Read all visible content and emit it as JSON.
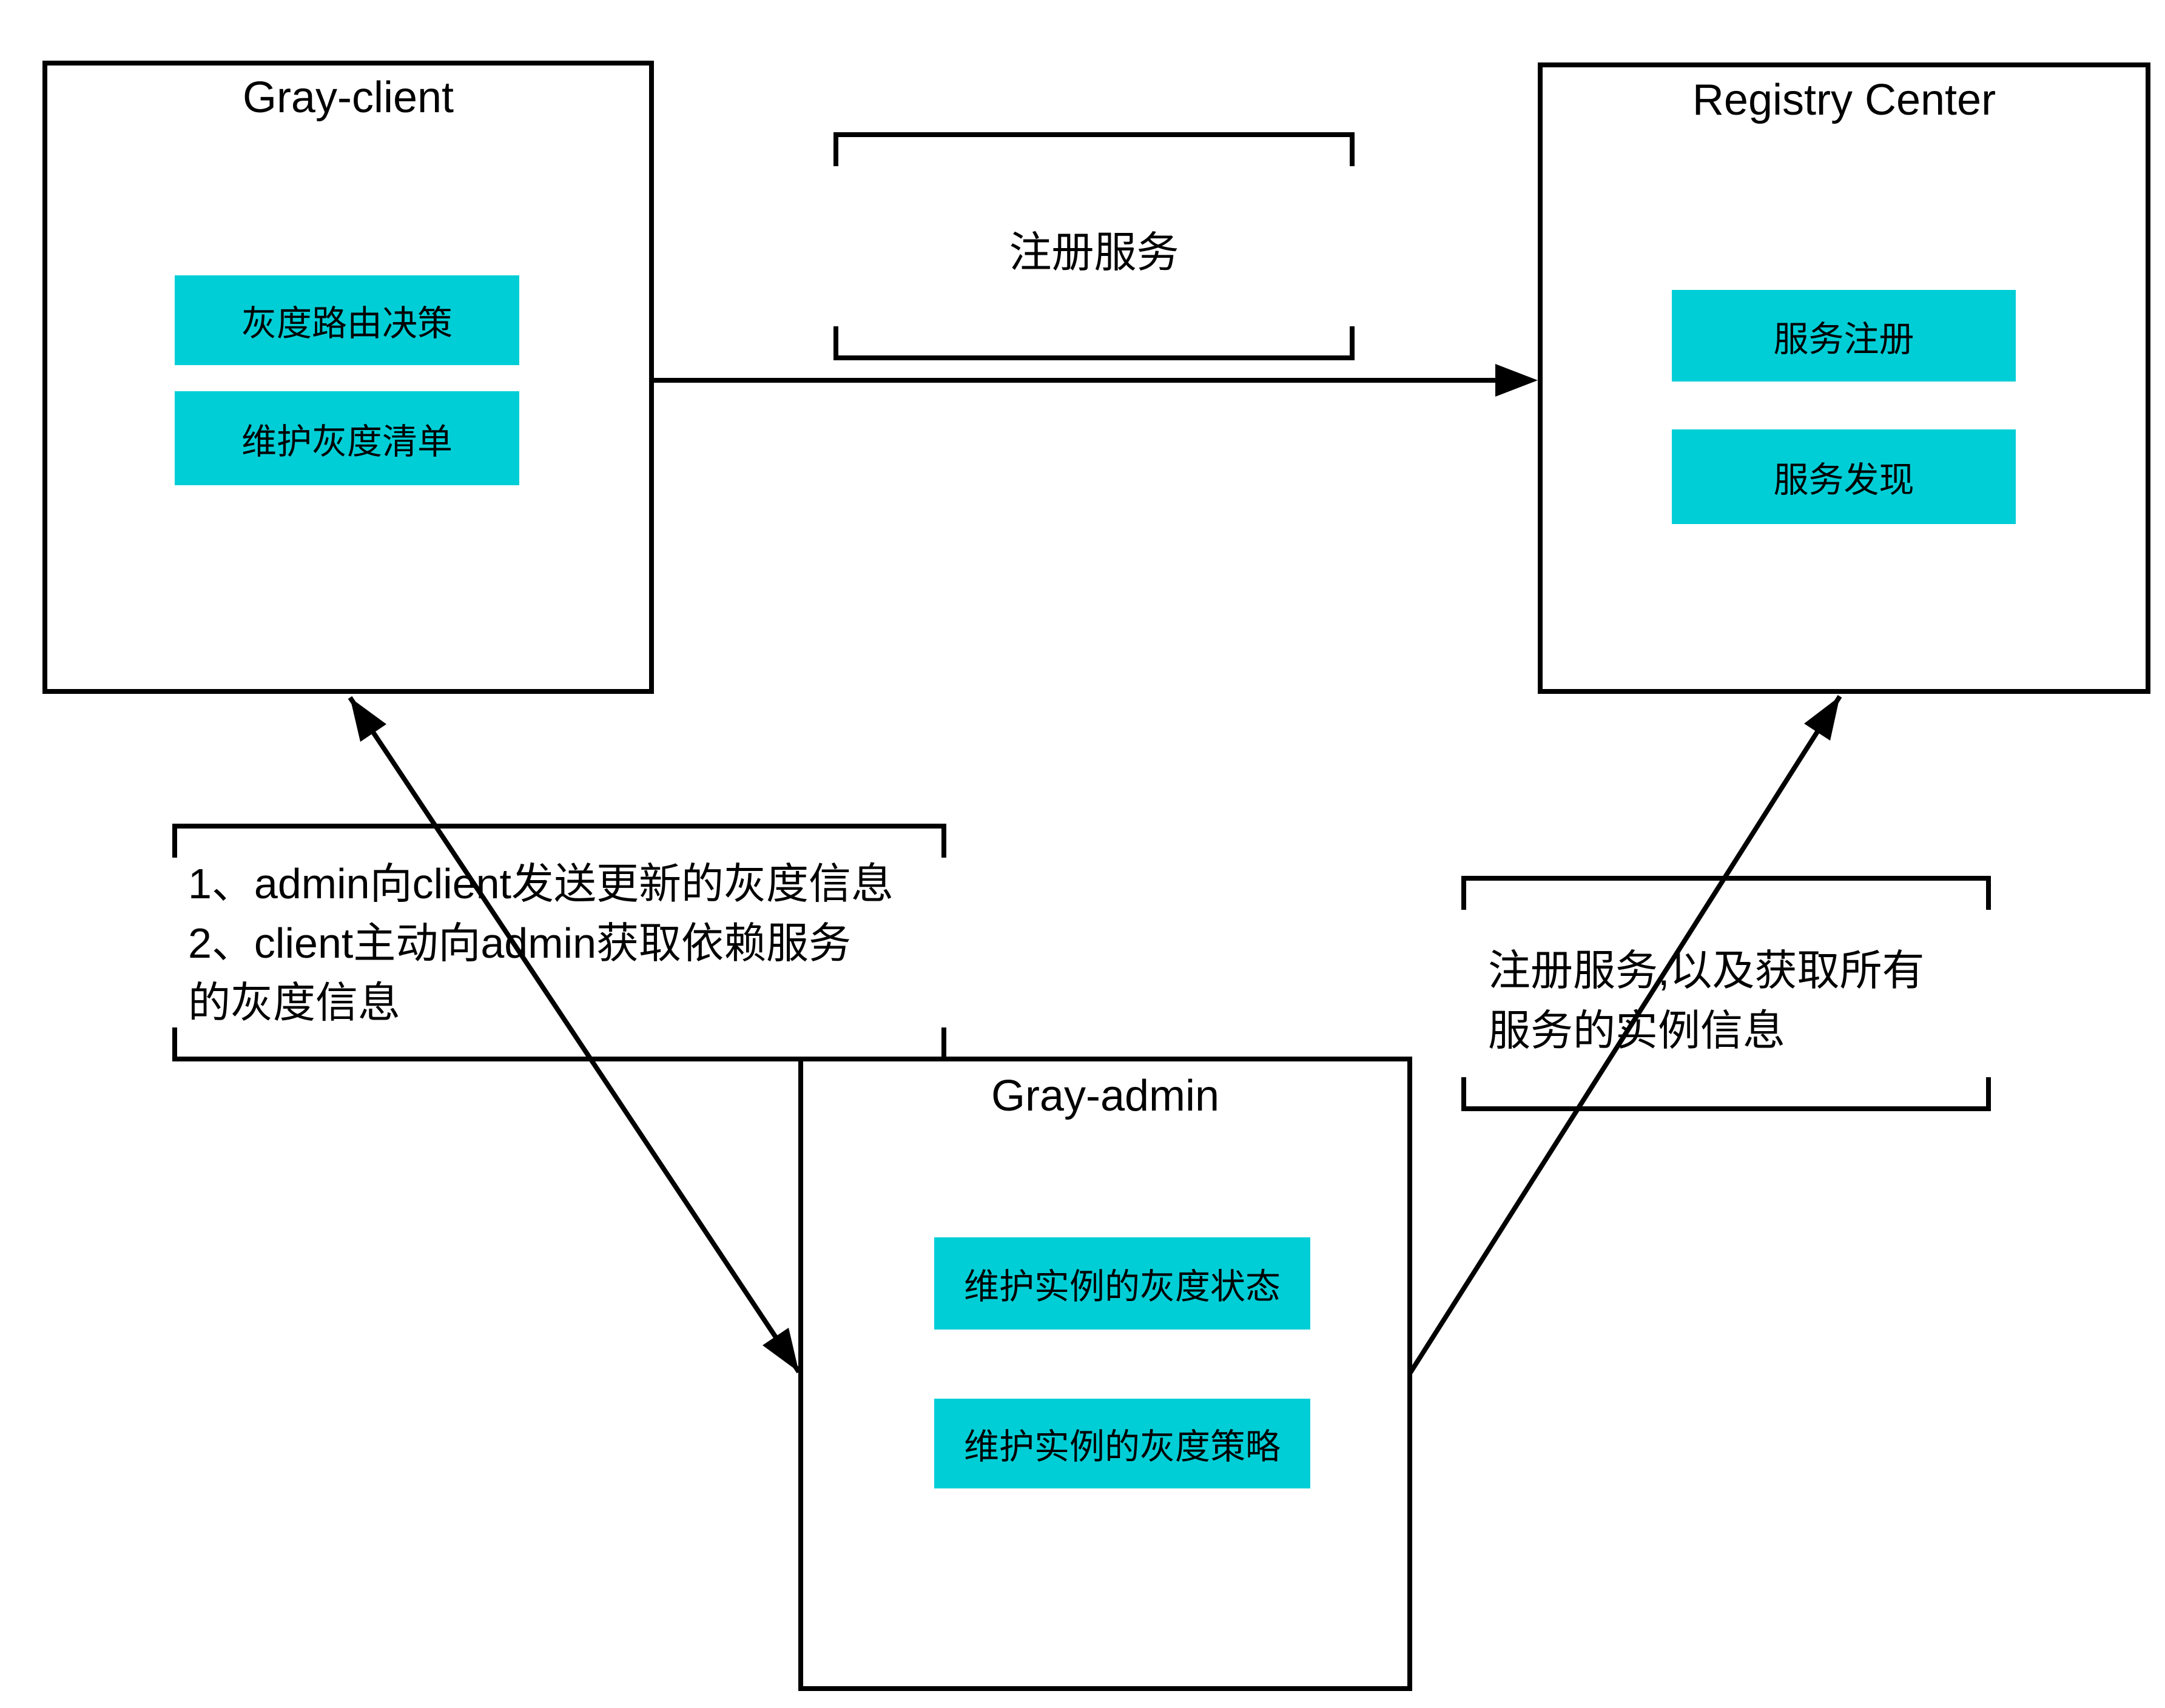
{
  "colors": {
    "highlight_fill": "#00CED6",
    "line_color": "#000000",
    "text_color": "#000000",
    "background": "#ffffff"
  },
  "boxes": {
    "gray_client": {
      "title": "Gray-client",
      "labels": [
        "灰度路由决策",
        "维护灰度清单"
      ]
    },
    "registry_center": {
      "title": "Registry Center",
      "labels": [
        "服务注册",
        "服务发现"
      ]
    },
    "gray_admin": {
      "title": "Gray-admin",
      "labels": [
        "维护实例的灰度状态",
        "维护实例的灰度策略"
      ]
    }
  },
  "annotations": {
    "register_service": {
      "lines": [
        "注册服务"
      ]
    },
    "client_admin_sync": {
      "lines": [
        "1、admin向client发送更新的灰度信息",
        "2、client主动向admin获取依赖服务",
        "的灰度信息"
      ]
    },
    "admin_registry": {
      "lines": [
        "注册服务,以及获取所有",
        "服务的实例信息"
      ]
    }
  }
}
